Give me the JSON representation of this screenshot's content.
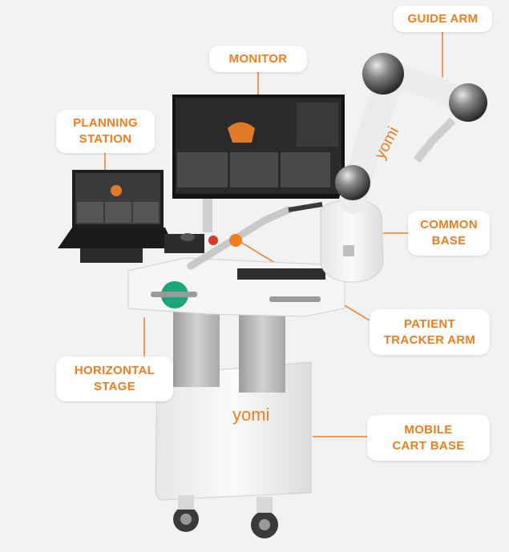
{
  "labels": {
    "guide_arm": "GUIDE ARM",
    "monitor": "MONITOR",
    "planning_station": [
      "PLANNING",
      "STATION"
    ],
    "common_base": [
      "COMMON",
      "BASE"
    ],
    "patient_tracker_arm": [
      "PATIENT",
      "TRACKER ARM"
    ],
    "horizontal_stage": [
      "HORIZONTAL",
      "STAGE"
    ],
    "mobile_cart_base": [
      "MOBILE",
      "CART BASE"
    ]
  },
  "branding": {
    "logo_text": "yomi",
    "arm_logo_text": "yomi"
  },
  "colors": {
    "accent": "#f07d1e",
    "background": "#f2f2f2",
    "cart_white": "#f7f7f7",
    "column_gray": "#bdbdbd",
    "sphere_metal": "#6e6e6e",
    "handle_teal": "#1aa57a"
  }
}
